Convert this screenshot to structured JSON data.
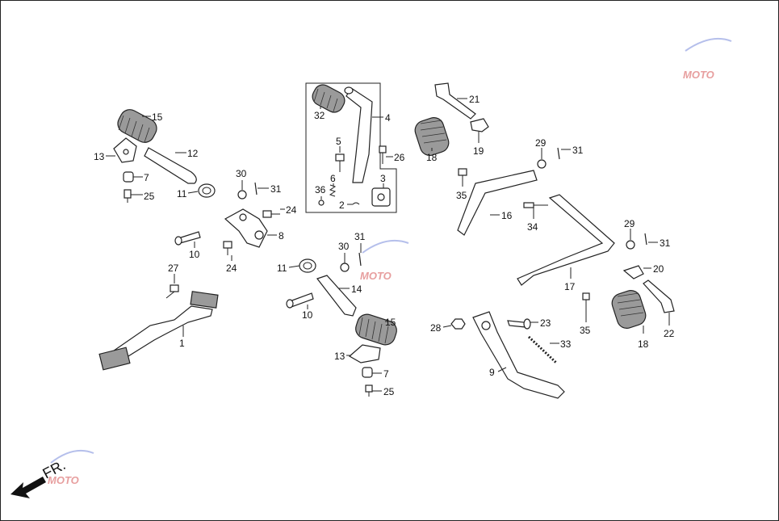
{
  "direction_label": "FR.",
  "watermark_text": "MOTO",
  "colors": {
    "line": "#222222",
    "rubber": "#9a9a9a",
    "watermark": "#d45050"
  },
  "callouts": {
    "c1": "1",
    "c2": "2",
    "c3": "3",
    "c4": "4",
    "c5": "5",
    "c6": "6",
    "c7a": "7",
    "c7b": "7",
    "c8": "8",
    "c9": "9",
    "c10a": "10",
    "c10b": "10",
    "c11a": "11",
    "c11b": "11",
    "c12": "12",
    "c13a": "13",
    "c13b": "13",
    "c14": "14",
    "c15a": "15",
    "c15b": "15",
    "c16": "16",
    "c17": "17",
    "c18a": "18",
    "c18b": "18",
    "c19": "19",
    "c20": "20",
    "c21": "21",
    "c22": "22",
    "c23": "23",
    "c24a": "24",
    "c24b": "24",
    "c25a": "25",
    "c25b": "25",
    "c26": "26",
    "c27": "27",
    "c28": "28",
    "c29a": "29",
    "c29b": "29",
    "c30a": "30",
    "c30b": "30",
    "c31a": "31",
    "c31b": "31",
    "c31c": "31",
    "c31d": "31",
    "c32": "32",
    "c33": "33",
    "c34": "34",
    "c35a": "35",
    "c35b": "35",
    "c36": "36"
  }
}
